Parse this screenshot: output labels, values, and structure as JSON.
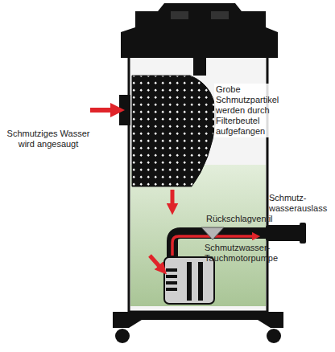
{
  "diagram": {
    "labels": [
      "Schmutziges Wasser wird angesaugt",
      "Grobe Schmutzpartikel werden durch Filterbeutel aufgefangen",
      "Schmutz- wasserauslass",
      "Rückschlagventil",
      "Schmutzwasser- Tauchmotorpumpe"
    ]
  }
}
